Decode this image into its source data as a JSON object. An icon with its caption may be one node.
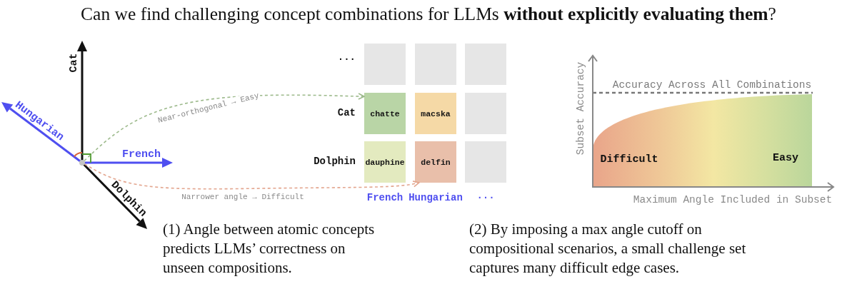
{
  "diagram": {
    "title": "Can we find challenging concept combinations for LLMs **without explicitly evaluating them**?",
    "nodes": [
      {
        "text": [],
        "shape": "circle"
      },
      {
        "text": [],
        "shape": "box"
      },
      {
        "text": [],
        "shape": "box"
      },
      {
        "text": [],
        "shape": "box"
      },
      {
        "text": [
          "chatte"
        ]
      },
      {
        "text": [
          "macska"
        ]
      },
      {
        "text": [],
        "shape": "box"
      },
      {
        "text": [
          "dauphine"
        ]
      },
      {
        "text": [
          "delfin"
        ]
      },
      {
        "text": [],
        "shape": "box"
      }
    ],
    "edges": [
      {
        "from": 0,
        "to": 4,
        "arrow": "to",
        "label": "Near-orthogonal → Easy",
        "style": "dashed",
        "color": "#9dba8c"
      },
      {
        "from": 0,
        "to": 8,
        "arrow": "to",
        "label": "Narrower angle → Difficult",
        "style": "dashed",
        "color": "#e3a58e"
      }
    ],
    "labels": [
      "Cat",
      "Hungarian",
      "French",
      "Dolphin",
      "...",
      "Cat",
      "Dolphin",
      "French",
      "Hungarian",
      "...",
      "Subset Accuracy",
      "Accuracy Across All Combinations",
      "Difficult",
      "Easy",
      "Maximum Angle Included in Subset",
      "(1) Angle between atomic concepts predicts LLMs’ correctness on unseen compositions.",
      "(2) By imposing a max angle cutoff on compositional scenarios, a small challenge set captures many difficult edge cases."
    ]
  }
}
